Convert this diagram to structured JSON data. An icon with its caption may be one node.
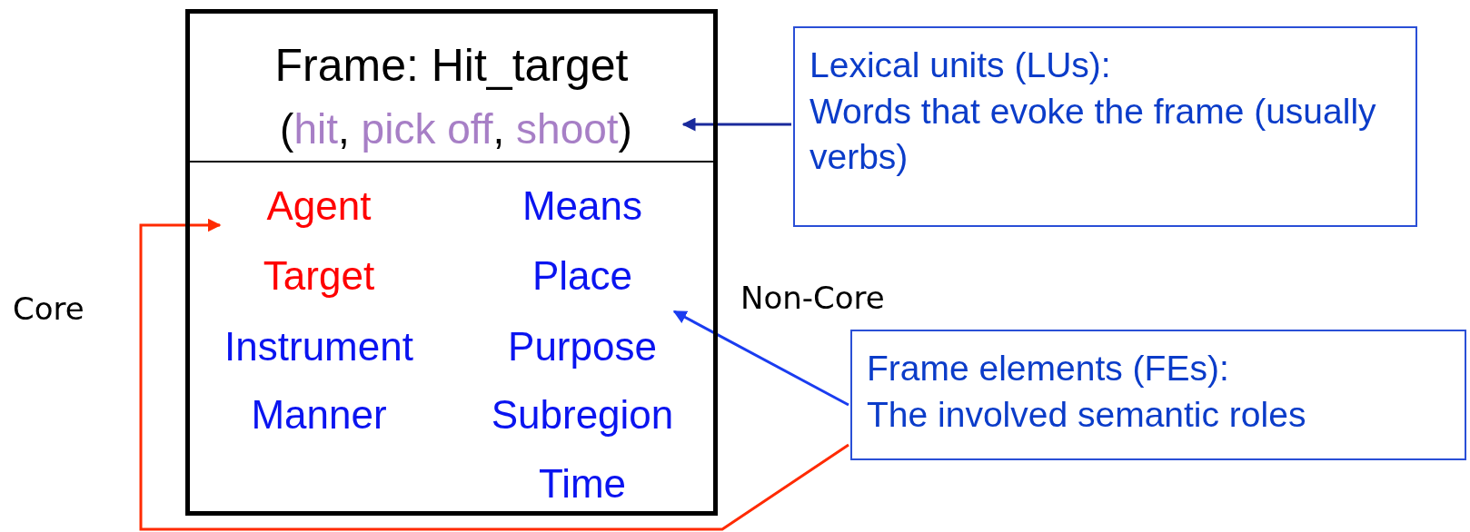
{
  "diagram": {
    "nodes": [
      {
        "text": [
          "Frame: Hit_target"
        ]
      },
      {
        "text": [
          "(hit, pick off, shoot)"
        ],
        "in": 0
      },
      {
        "text": [
          "Agent"
        ],
        "in": 0
      },
      {
        "text": [
          "Means"
        ],
        "in": 0
      },
      {
        "text": [
          "Target"
        ],
        "in": 0
      },
      {
        "text": [
          "Place"
        ],
        "in": 0
      },
      {
        "text": [
          "Instrument"
        ],
        "in": 0
      },
      {
        "text": [
          "Purpose"
        ],
        "in": 0
      },
      {
        "text": [
          "Manner"
        ],
        "in": 0
      },
      {
        "text": [
          "Subregion"
        ],
        "in": 0
      },
      {
        "text": [
          "Time"
        ],
        "in": 0
      },
      {
        "text": [
          "Lexical units (LUs):",
          "Words that evoke the frame (usually verbs)"
        ]
      },
      {
        "text": [
          "Frame elements (FEs):",
          "The involved semantic roles"
        ]
      }
    ],
    "edges": [
      {
        "from": 11,
        "to": 1,
        "arrow": "to",
        "color": "#1a2a9c"
      },
      {
        "from": 12,
        "to": 5,
        "arrow": "to"
      },
      {
        "from": 12,
        "to": 2,
        "arrow": "to",
        "color": "#ff2a00"
      }
    ],
    "labels": [
      "Non-Core",
      "Core"
    ]
  }
}
